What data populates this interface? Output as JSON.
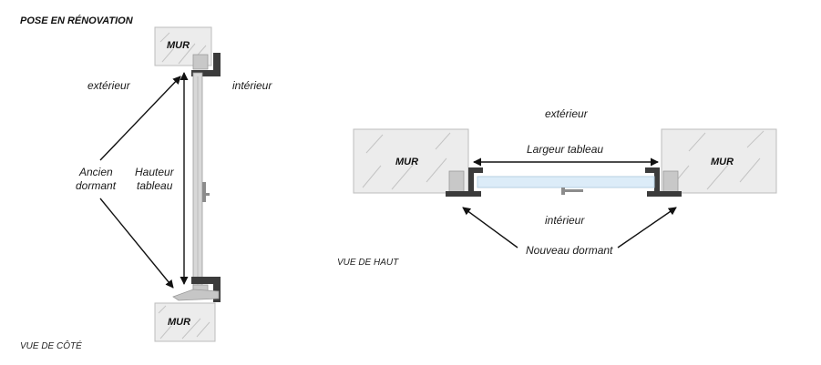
{
  "title": "POSE EN RÉNOVATION",
  "side_view": {
    "caption": "VUE DE CÔTÉ",
    "wall_top": "MUR",
    "wall_bottom": "MUR",
    "exterior": "extérieur",
    "interior": "intérieur",
    "old_frame_line1": "Ancien",
    "old_frame_line2": "dormant",
    "height_line1": "Hauteur",
    "height_line2": "tableau"
  },
  "top_view": {
    "caption": "VUE DE HAUT",
    "wall_left": "MUR",
    "wall_right": "MUR",
    "exterior": "extérieur",
    "interior": "intérieur",
    "width": "Largeur tableau",
    "new_frame": "Nouveau dormant"
  },
  "colors": {
    "frame": "#3b3b3b",
    "wall": "#ececec",
    "glass": "#dcecf8"
  }
}
